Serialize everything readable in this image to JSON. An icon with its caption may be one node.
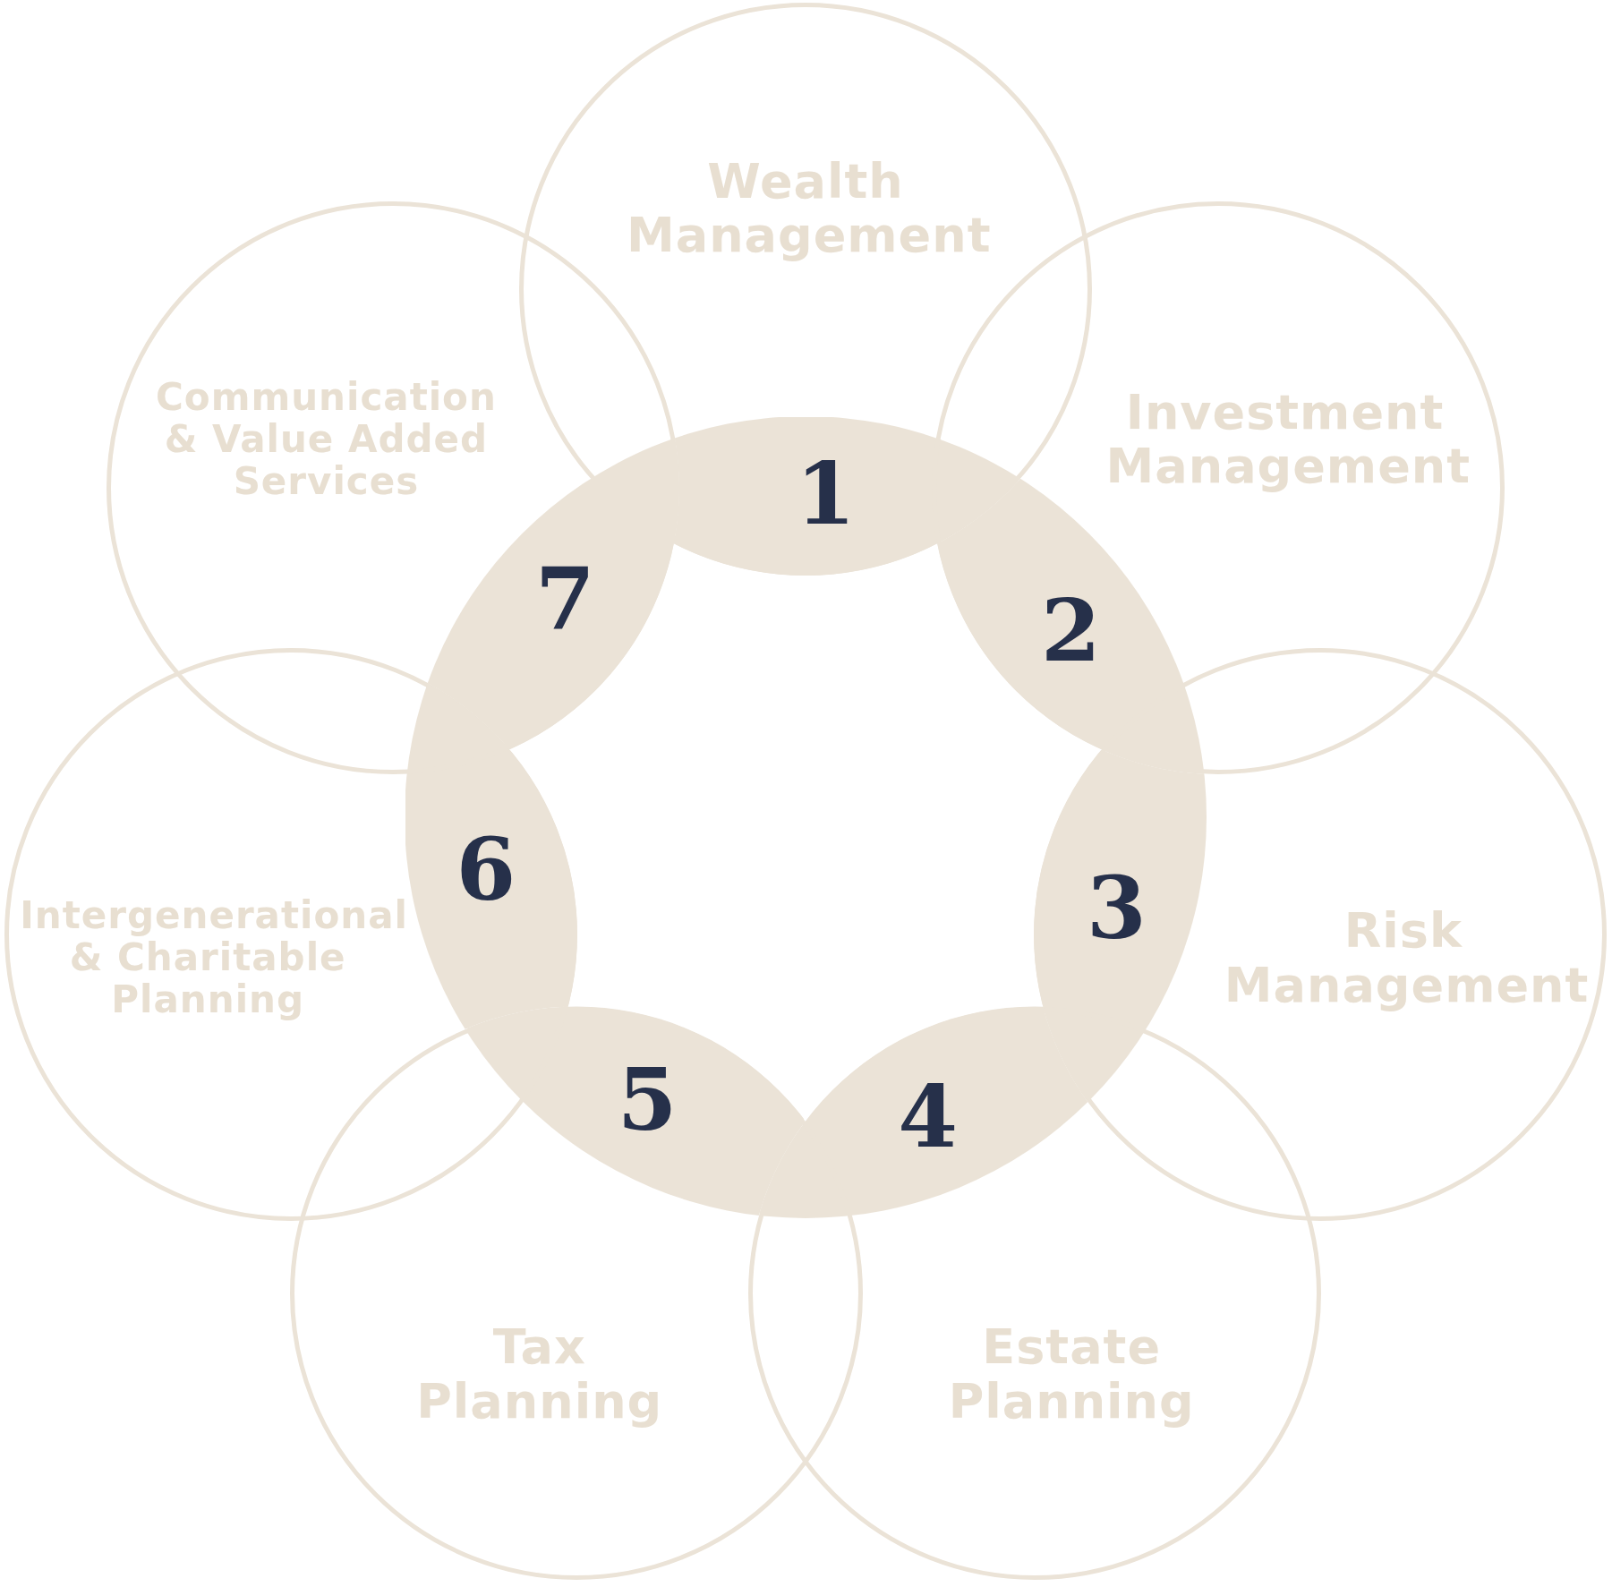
{
  "diagram": {
    "nodes": [
      {
        "text": [
          "Wealth Management"
        ]
      },
      {
        "text": [
          "Investment Management"
        ]
      },
      {
        "text": [
          "Risk Management"
        ]
      },
      {
        "text": [
          "Estate Planning"
        ]
      },
      {
        "text": [
          "Tax Planning"
        ]
      },
      {
        "text": [
          "Intergenerational & Charitable Planning"
        ]
      },
      {
        "text": [
          "Communication & Value Added Services"
        ]
      },
      {
        "text": [
          "1"
        ],
        "in": 0
      },
      {
        "text": [
          "2"
        ],
        "in": 1
      },
      {
        "text": [
          "3"
        ],
        "in": 2
      },
      {
        "text": [
          "4"
        ],
        "in": 3
      },
      {
        "text": [
          "5"
        ],
        "in": 4
      },
      {
        "text": [
          "6"
        ],
        "in": 5
      },
      {
        "text": [
          "7"
        ],
        "in": 6
      }
    ]
  }
}
